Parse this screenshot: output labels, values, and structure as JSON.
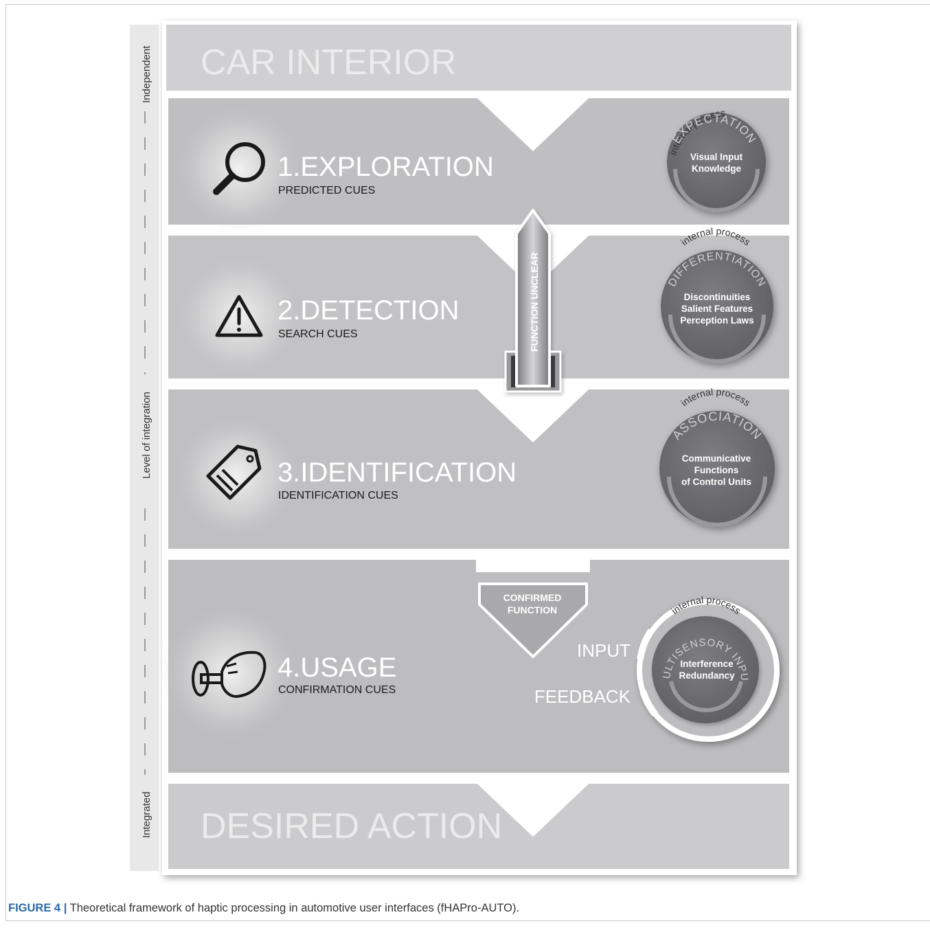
{
  "diagram": {
    "header": "CAR INTERIOR",
    "footer": "DESIRED ACTION",
    "axis": {
      "top": "Independent",
      "middle": "Level of integration",
      "bottom": "Integrated"
    },
    "stages": [
      {
        "title": "1.EXPLORATION",
        "subtitle": "PREDICTED CUES",
        "icon": "magnifier-icon",
        "process": {
          "tag": "internal process",
          "name": "EXPECTATION",
          "lines": [
            "Visual Input",
            "Knowledge"
          ]
        }
      },
      {
        "title": "2.DETECTION",
        "subtitle": "SEARCH CUES",
        "icon": "warning-icon",
        "process": {
          "tag": "internal process",
          "name": "DIFFERENTIATION",
          "lines": [
            "Discontinuities",
            "Salient Features",
            "Perception Laws"
          ]
        }
      },
      {
        "title": "3.IDENTIFICATION",
        "subtitle": "IDENTIFICATION CUES",
        "icon": "tag-icon",
        "process": {
          "tag": "internal process",
          "name": "ASSOCIATION",
          "lines": [
            "Communicative",
            "Functions",
            "of Control Units"
          ]
        }
      },
      {
        "title": "4.USAGE",
        "subtitle": "CONFIRMATION CUES",
        "icon": "hand-pressing-button-icon",
        "process": {
          "tag": "internal process",
          "name": "MULTISENSORY INPUT",
          "lines": [
            "Interference",
            "Redundancy"
          ]
        }
      }
    ],
    "feedback_loop": {
      "input": "INPUT",
      "feedback": "FEEDBACK"
    },
    "unclear_arrow": "FUNCTION UNCLEAR",
    "confirmed_arrow": [
      "CONFIRMED",
      "FUNCTION"
    ],
    "colors": {
      "band": "#c2c2c4",
      "band_alt": "#b7b7b9",
      "header_band": "#d0d0d2",
      "circle_dark": "#6f6f71",
      "text_light": "#ffffff",
      "ghost_text": "#ebebec"
    }
  },
  "caption": {
    "label": "FIGURE 4",
    "separator": "|",
    "text": "Theoretical framework of haptic processing in automotive user interfaces (fHAPro-AUTO)."
  }
}
